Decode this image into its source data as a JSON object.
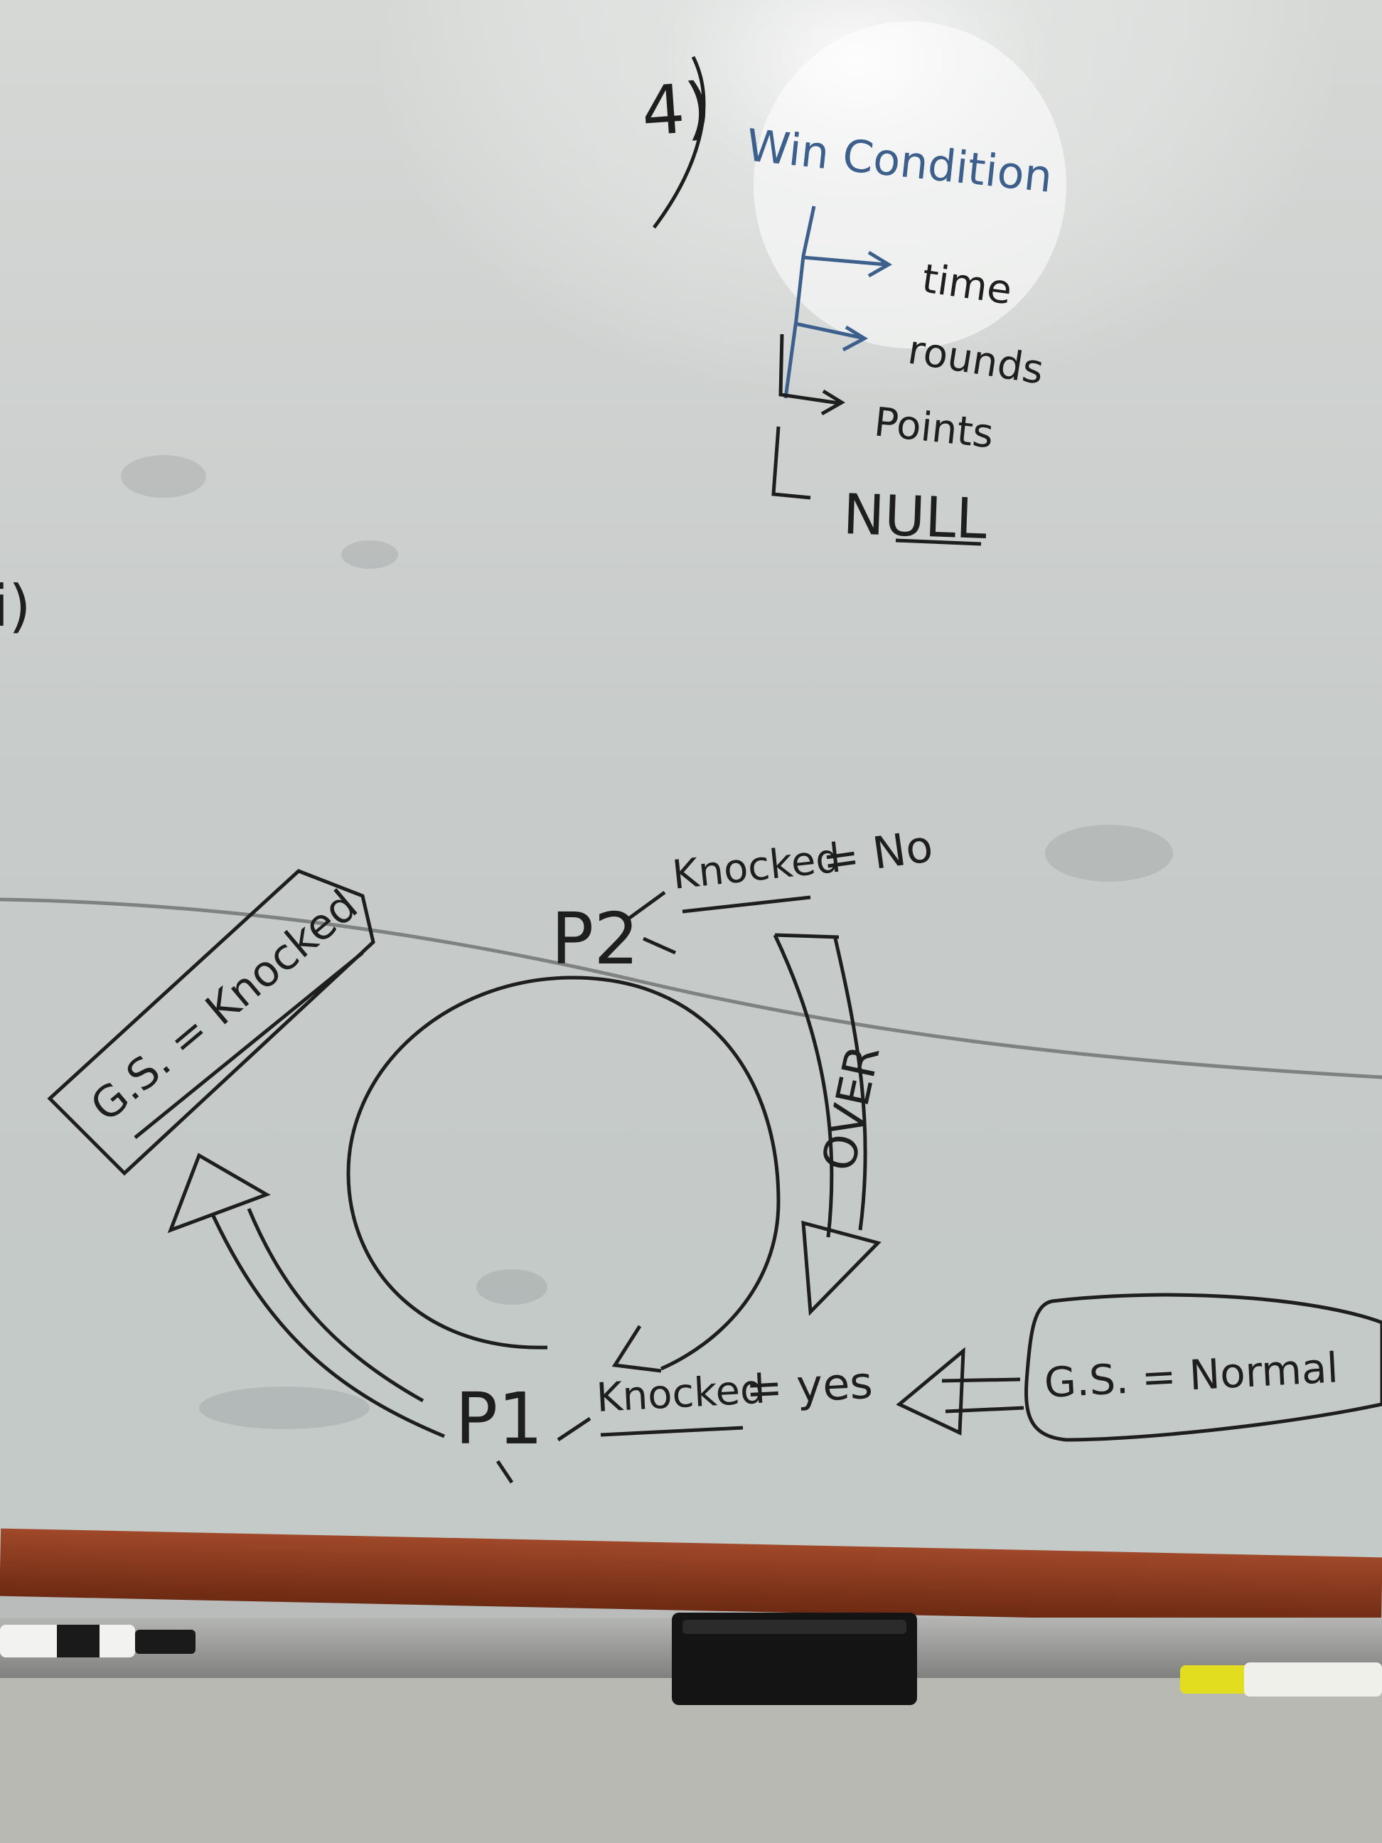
{
  "board": {
    "section_number": "4)",
    "list_title": "Win Condition",
    "list_items": [
      "time",
      "rounds",
      "Points"
    ],
    "list_end": "NULL",
    "left_edge_mark": "i)"
  },
  "diagram": {
    "player_top": "P2",
    "player_top_label": "Knocked",
    "player_top_value": "= No",
    "player_bottom": "P1",
    "player_bottom_label": "Knocked",
    "player_bottom_value": "= yes",
    "arrow_label": "OVER",
    "state_knocked": "G.S. = Knocked",
    "state_normal": "G.S. = Normal"
  },
  "colors": {
    "board": "#c9cdcc",
    "marker_black": "#1e1e1e",
    "marker_blue": "#3c5f8c",
    "tray_wood": "#8a3b1d",
    "tray_metal": "#9a9a98",
    "eraser": "#141414"
  }
}
